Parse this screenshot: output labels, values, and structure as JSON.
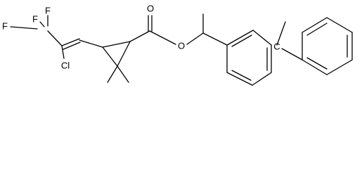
{
  "molecule": {
    "atoms": [
      {
        "id": "f_top",
        "label": "F"
      },
      {
        "id": "f_left",
        "label": "F"
      },
      {
        "id": "f_mid",
        "label": "F"
      },
      {
        "id": "cl",
        "label": "Cl"
      },
      {
        "id": "o_carbonyl",
        "label": "O"
      },
      {
        "id": "o_ester",
        "label": "O"
      },
      {
        "id": "c_ring",
        "label": "C"
      }
    ],
    "colors": {
      "bond": "#000000",
      "label": "#000000",
      "background": "#ffffff"
    }
  }
}
